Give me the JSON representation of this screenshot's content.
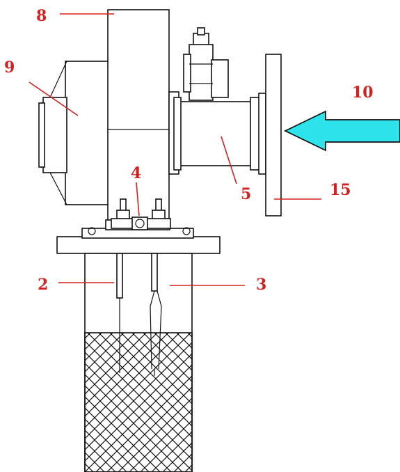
{
  "colors": {
    "callout": "#d42020",
    "line": "#111111",
    "arrow_fill": "#2de3ec",
    "background": "#ffffff"
  },
  "callouts": {
    "c2": "2",
    "c3": "3",
    "c4": "4",
    "c5": "5",
    "c8": "8",
    "c9": "9",
    "c10": "10",
    "c15": "15"
  },
  "icons": {
    "flow_arrow": "inflow-arrow-icon"
  }
}
